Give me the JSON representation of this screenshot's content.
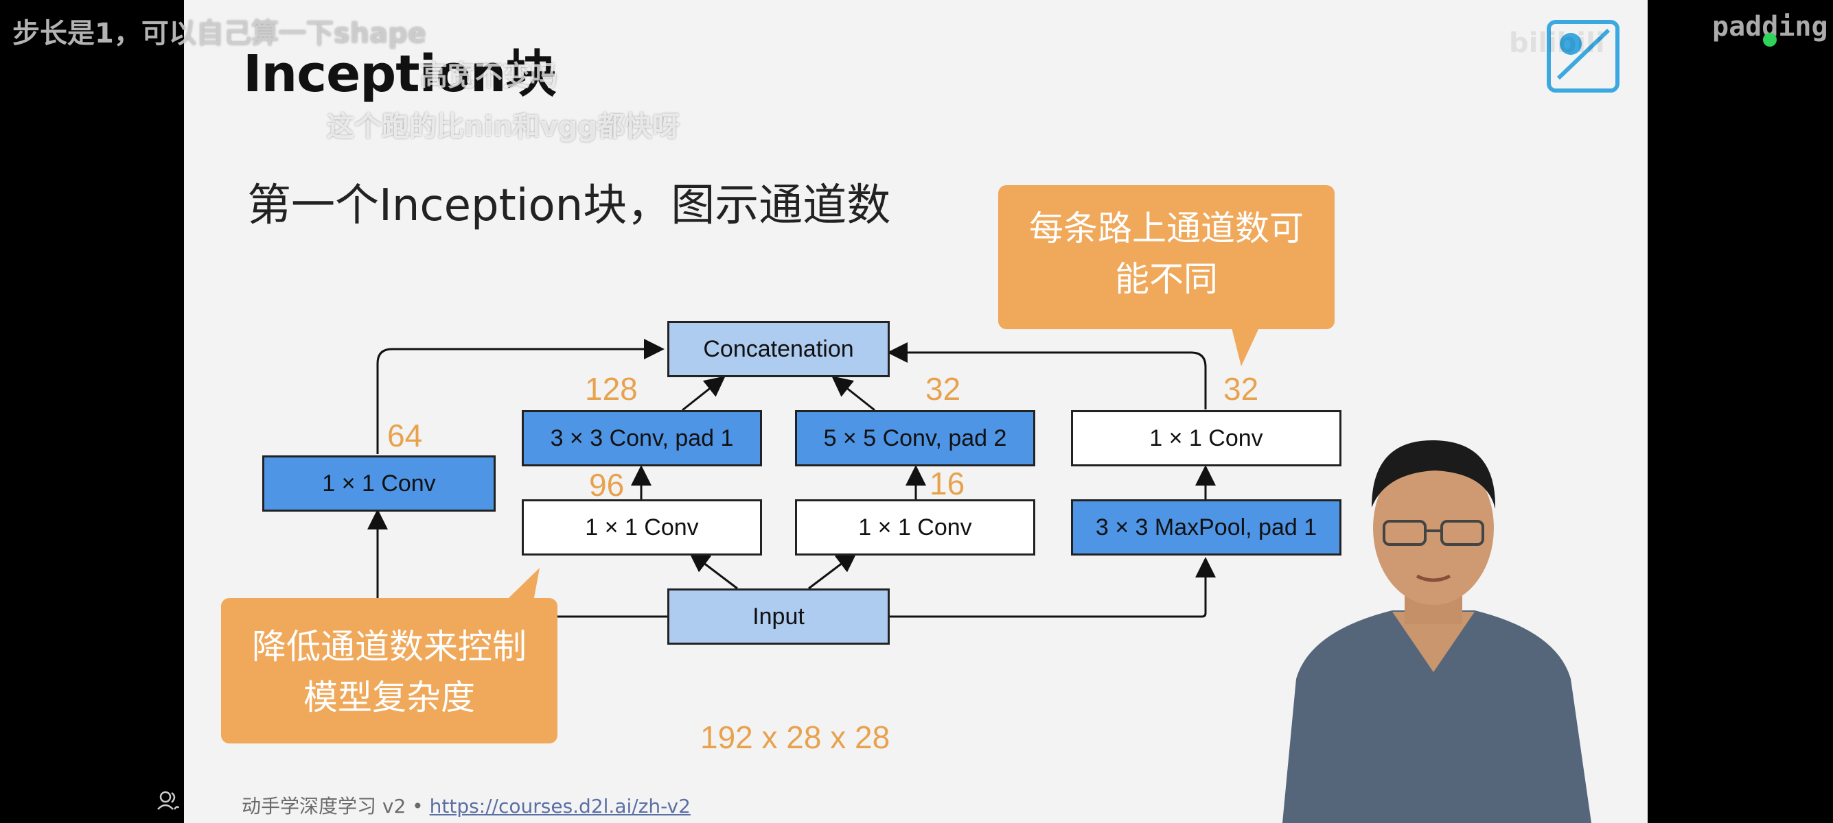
{
  "slide": {
    "title": "Inception块",
    "subtitle": "第一个Inception块，图示通道数",
    "footer_text": "动手学深度学习 v2 • ",
    "footer_link": "https://courses.d2l.ai/zh-v2"
  },
  "diagram": {
    "concat_label": "Concatenation",
    "input_label": "Input",
    "conv1x1_a": "1 × 1 Conv",
    "conv3x3": "3 × 3 Conv, pad 1",
    "conv5x5": "5 × 5 Conv, pad 2",
    "conv1x1_b": "1 × 1 Conv",
    "conv1x1_c": "1 × 1 Conv",
    "conv1x1_d": "1 × 1 Conv",
    "maxpool": "3 × 3 MaxPool, pad 1",
    "num_64": "64",
    "num_128": "128",
    "num_96": "96",
    "num_32a": "32",
    "num_16": "16",
    "num_32b": "32",
    "input_shape": "192 x 28 x 28"
  },
  "callouts": {
    "right_line1": "每条路上通道数可",
    "right_line2": "能不同",
    "left_line1": "降低通道数来控制",
    "left_line2": "模型复杂度"
  },
  "danmaku": {
    "top_left": "步长是1，可以自己算一下shape",
    "line2": "高宽不变吗",
    "line3": "这个跑的比nin和vgg都快呀",
    "top_right": "padding"
  },
  "watermark": "bilibili",
  "colors": {
    "accent_orange": "#f0a85a",
    "number_orange": "#e8a24e",
    "box_blue": "#aecbf0",
    "box_blue_dark": "#4f95e6"
  }
}
